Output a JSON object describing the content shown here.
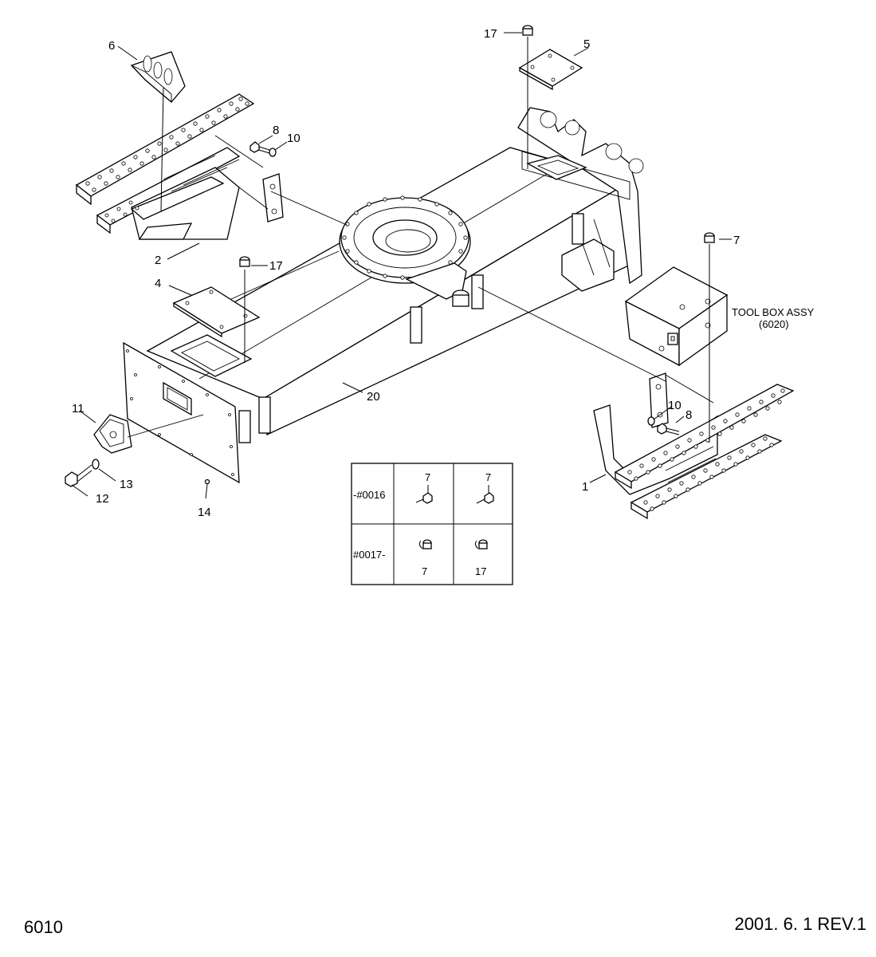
{
  "callouts": {
    "p1": "1",
    "p2": "2",
    "p4": "4",
    "p5": "5",
    "p6": "6",
    "p7_top": "7",
    "p8_left": "8",
    "p8_right": "8",
    "p10_left": "10",
    "p10_right": "10",
    "p11": "11",
    "p12": "12",
    "p13": "13",
    "p14": "14",
    "p17_top": "17",
    "p17_mid": "17",
    "p20": "20"
  },
  "tool_box": {
    "line1": "TOOL BOX ASSY",
    "line2": "(6020)"
  },
  "variant_table": {
    "rows": [
      {
        "label": "-#0016",
        "cells": [
          "7",
          "7"
        ]
      },
      {
        "label": "#0017-",
        "cells": [
          "7",
          "17"
        ]
      }
    ]
  },
  "footer": {
    "page_code": "6010",
    "revision": "2001. 6. 1 REV.1"
  }
}
